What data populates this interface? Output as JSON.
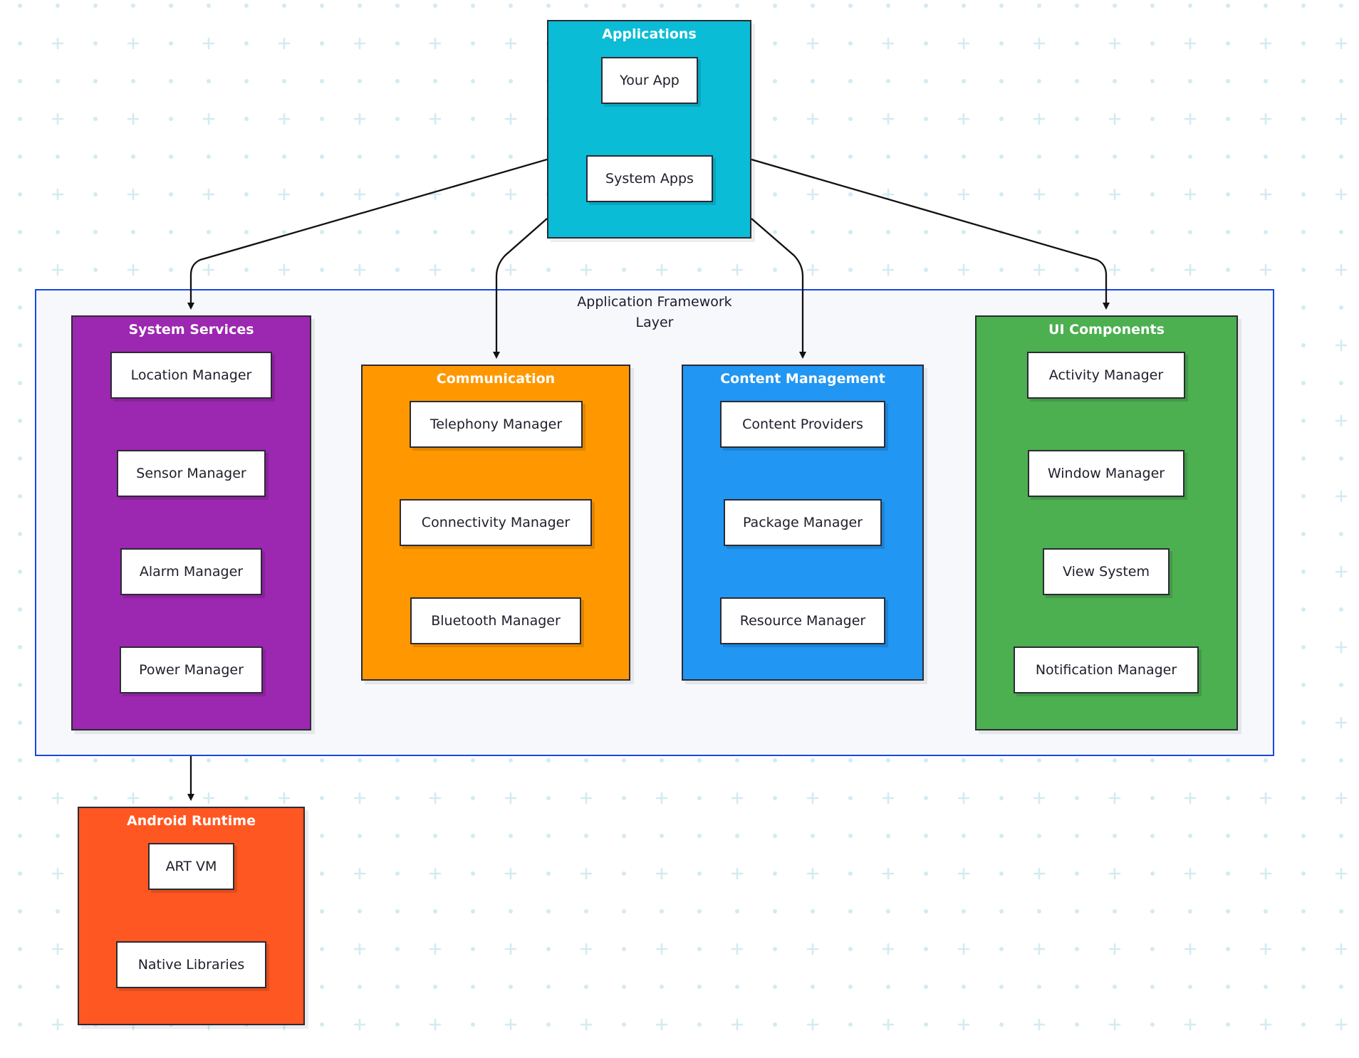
{
  "colors": {
    "applications": "#0bbcd6",
    "system_services": "#9c27b0",
    "communication": "#ff9800",
    "content_management": "#2196f3",
    "ui_components": "#4caf50",
    "android_runtime": "#ff5722",
    "framework_border": "#1a47e6",
    "edge": "#111111",
    "grid_pattern": "#d3ebf2"
  },
  "framework": {
    "title_line1": "Application Framework",
    "title_line2": "Layer"
  },
  "applications": {
    "title": "Applications",
    "nodes": [
      "Your App",
      "System Apps"
    ]
  },
  "system_services": {
    "title": "System Services",
    "nodes": [
      "Location Manager",
      "Sensor Manager",
      "Alarm Manager",
      "Power Manager"
    ]
  },
  "communication": {
    "title": "Communication",
    "nodes": [
      "Telephony Manager",
      "Connectivity Manager",
      "Bluetooth Manager"
    ]
  },
  "content_management": {
    "title": "Content Management",
    "nodes": [
      "Content Providers",
      "Package Manager",
      "Resource Manager"
    ]
  },
  "ui_components": {
    "title": "UI Components",
    "nodes": [
      "Activity Manager",
      "Window Manager",
      "View System",
      "Notification Manager"
    ]
  },
  "android_runtime": {
    "title": "Android Runtime",
    "nodes": [
      "ART VM",
      "Native Libraries"
    ]
  }
}
